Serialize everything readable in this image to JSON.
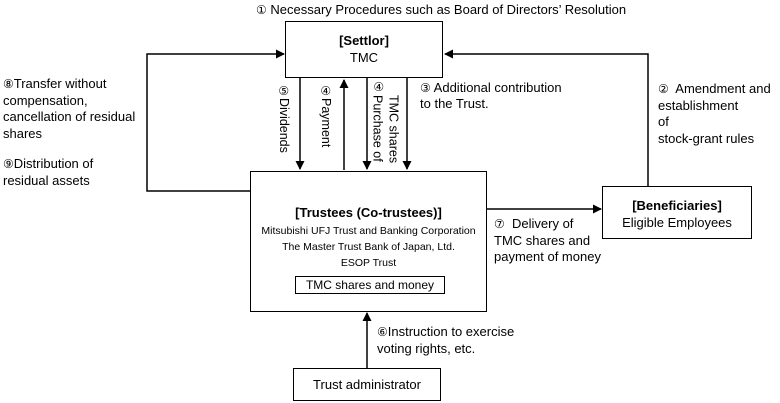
{
  "settlor": {
    "title": "[Settlor]",
    "name": "TMC"
  },
  "trustees": {
    "title": "[Trustees (Co-trustees)]",
    "members": [
      "Mitsubishi UFJ Trust and Banking Corporation",
      "The Master Trust Bank of Japan, Ltd.",
      "ESOP Trust"
    ],
    "assets": "TMC shares and money"
  },
  "beneficiaries": {
    "title": "[Beneficiaries]",
    "name": "Eligible Employees"
  },
  "administrator": {
    "name": "Trust administrator"
  },
  "labels": {
    "step1": {
      "num": "①",
      "text": "Necessary Procedures such as Board of Directors’ Resolution"
    },
    "step2": {
      "num": "②",
      "lines": [
        "Amendment and",
        "establishment",
        "of",
        "stock-grant rules"
      ]
    },
    "step3": {
      "num": "③",
      "lines": [
        "Additional  contribution",
        "to the Trust."
      ]
    },
    "step4a": {
      "num": "④",
      "text": "Payment"
    },
    "step4b": {
      "num": "④",
      "lines": [
        "Purchase of",
        "TMC shares"
      ]
    },
    "step5": {
      "num": "⑤",
      "text": "Dividends"
    },
    "step6": {
      "num": "⑥",
      "lines": [
        "Instruction to exercise",
        "voting rights, etc."
      ]
    },
    "step7": {
      "num": "⑦",
      "lines": [
        "Delivery of",
        "TMC shares and",
        "payment of money"
      ]
    },
    "step8": {
      "num": "⑧",
      "lines": [
        "Transfer without",
        "compensation,",
        "cancellation of residual",
        "shares"
      ]
    },
    "step9": {
      "num": "⑨",
      "lines": [
        "Distribution of",
        "residual assets"
      ]
    }
  }
}
